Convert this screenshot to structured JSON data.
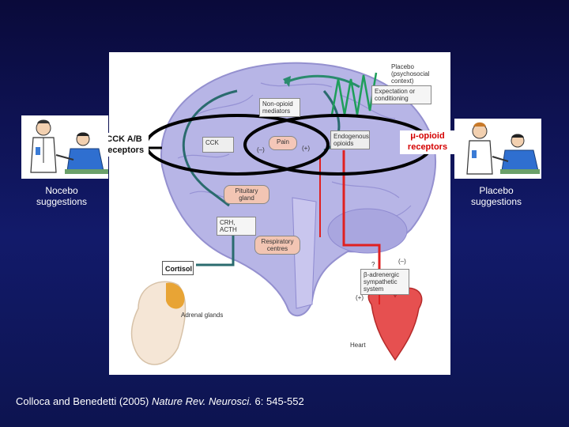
{
  "labels": {
    "cck": "CCK A/B receptors",
    "mu_opioid": "μ-opioid receptors",
    "nocebo": "Nocebo suggestions",
    "placebo": "Placebo suggestions",
    "cortisol": "Cortisol"
  },
  "diagram": {
    "placebo_context": "Placebo (psychosocial context)",
    "expectation": "Expectation or conditioning",
    "non_opioid": "Non-opioid mediators",
    "cck_box": "CCK",
    "pain_box": "Pain",
    "endogenous": "Endogenous opioids",
    "pituitary": "Pituitary gland",
    "crh": "CRH, ACTH",
    "respiratory": "Respiratory centres",
    "sympathetic": "β-adrenergic sympathetic system",
    "adrenal": "Adrenal glands",
    "heart": "Heart",
    "minus": "(–)",
    "plus": "(+)",
    "question": "?"
  },
  "citation": {
    "authors": "Colloca and Benedetti (2005) ",
    "journal": "Nature Rev. Neurosci.",
    "details": " 6: 545-552"
  },
  "colors": {
    "background_top": "#0a0a3a",
    "background_bottom": "#121a6a",
    "red_label": "#d40000",
    "brain_lavender": "#b7b5e6",
    "pathway_teal": "#2a6b6e",
    "pathway_red": "#e02020"
  }
}
